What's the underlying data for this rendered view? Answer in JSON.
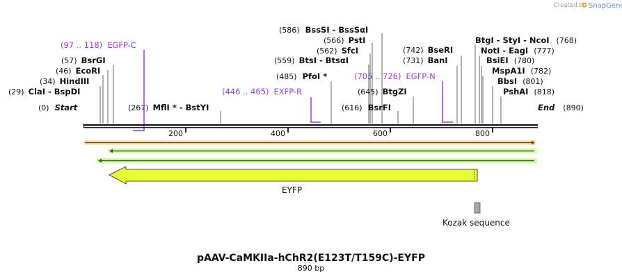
{
  "credit": {
    "created_by": "Created by",
    "brand": "SnapGene"
  },
  "title": "pAAV-CaMKIIa-hChR2(E123T/T159C)-EYFP",
  "subtitle": "890 bp",
  "ends": {
    "start": {
      "num": "(0)",
      "label": "Start"
    },
    "end": {
      "num": "(890)",
      "label": "End"
    }
  },
  "ticks": [
    "200",
    "400",
    "600",
    "800"
  ],
  "left_sites": [
    {
      "num": "(57)",
      "name": "BsrGI"
    },
    {
      "num": "(46)",
      "name": "EcoRI"
    },
    {
      "num": "(34)",
      "name": "HindIII"
    },
    {
      "num": "(29)",
      "name": "ClaI  -  BspDI"
    },
    {
      "num": "(267)",
      "name": "MflI * - BstYI"
    }
  ],
  "middle_sites": [
    {
      "num": "(586)",
      "name": "BssSI  -  BssSαI"
    },
    {
      "num": "(566)",
      "name": "PstI"
    },
    {
      "num": "(562)",
      "name": "SfcI"
    },
    {
      "num": "(559)",
      "name": "BtsI  -  BtsαI"
    },
    {
      "num": "(485)",
      "name": "PfoI *"
    },
    {
      "num": "(645)",
      "name": "BtgZI"
    },
    {
      "num": "(616)",
      "name": "BsrFI"
    },
    {
      "num": "(742)",
      "name": "BseRI"
    },
    {
      "num": "(731)",
      "name": "BanI"
    }
  ],
  "right_sites": [
    {
      "name": "BtgI  -  StyI  -  NcoI",
      "num": "(768)"
    },
    {
      "name": "NotI  -  EagI",
      "num": "(777)"
    },
    {
      "name": "BsiEI",
      "num": "(780)"
    },
    {
      "name": "MspA1I",
      "num": "(782)"
    },
    {
      "name": "BbsI",
      "num": "(801)"
    },
    {
      "name": "PshAI",
      "num": "(818)"
    }
  ],
  "primers": [
    {
      "range": "(97 .. 118)",
      "name": "EGFP-C"
    },
    {
      "range": "(446 .. 465)",
      "name": "EXFP-R"
    },
    {
      "range": "(705 .. 726)",
      "name": "EGFP-N"
    }
  ],
  "features": {
    "eyfp": "EYFP",
    "kozak": "Kozak sequence"
  },
  "colors": {
    "primer": "#a23bd6",
    "eyfp": "#e6ff33",
    "orf_orange": "#f5c07a",
    "orf_green": "#c9f59a"
  }
}
